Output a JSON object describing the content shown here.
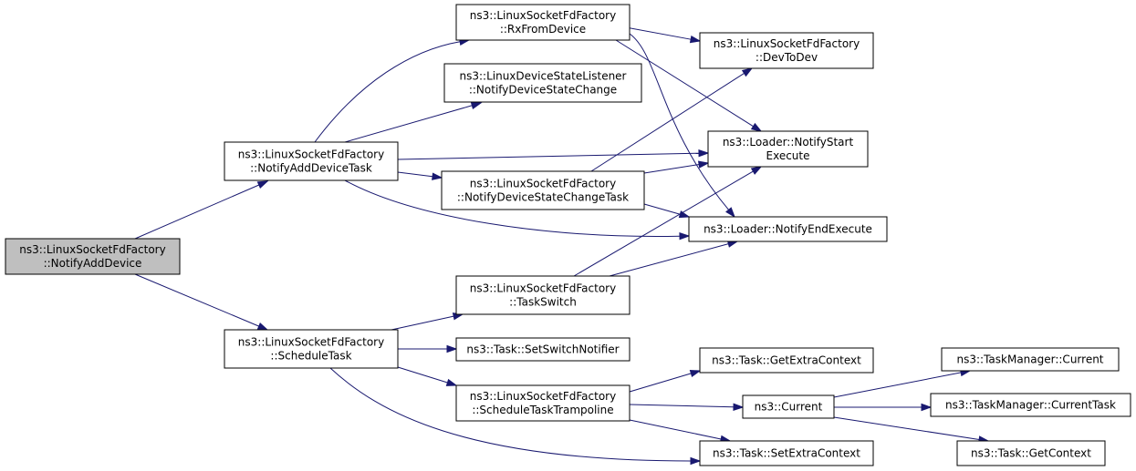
{
  "diagram": {
    "colors": {
      "edge": "#191970",
      "root_fill": "#bfbfbf",
      "node_fill": "#ffffff",
      "border": "#000000"
    },
    "nodes": [
      {
        "id": "root",
        "lines": [
          "ns3::LinuxSocketFdFactory",
          "::NotifyAddDevice"
        ],
        "root": true
      },
      {
        "id": "notifyAddDeviceTask",
        "lines": [
          "ns3::LinuxSocketFdFactory",
          "::NotifyAddDeviceTask"
        ]
      },
      {
        "id": "scheduleTask",
        "lines": [
          "ns3::LinuxSocketFdFactory",
          "::ScheduleTask"
        ]
      },
      {
        "id": "rxFromDevice",
        "lines": [
          "ns3::LinuxSocketFdFactory",
          "::RxFromDevice"
        ]
      },
      {
        "id": "notifyDeviceStateChange",
        "lines": [
          "ns3::LinuxDeviceStateListener",
          "::NotifyDeviceStateChange"
        ]
      },
      {
        "id": "notifyDeviceStateChangeTask",
        "lines": [
          "ns3::LinuxSocketFdFactory",
          "::NotifyDeviceStateChangeTask"
        ]
      },
      {
        "id": "taskSwitch",
        "lines": [
          "ns3::LinuxSocketFdFactory",
          "::TaskSwitch"
        ]
      },
      {
        "id": "setSwitchNotifier",
        "lines": [
          "ns3::Task::SetSwitchNotifier"
        ]
      },
      {
        "id": "scheduleTaskTrampoline",
        "lines": [
          "ns3::LinuxSocketFdFactory",
          "::ScheduleTaskTrampoline"
        ]
      },
      {
        "id": "devToDev",
        "lines": [
          "ns3::LinuxSocketFdFactory",
          "::DevToDev"
        ]
      },
      {
        "id": "notifyStartExecute",
        "lines": [
          "ns3::Loader::NotifyStart",
          "Execute"
        ]
      },
      {
        "id": "notifyEndExecute",
        "lines": [
          "ns3::Loader::NotifyEndExecute"
        ]
      },
      {
        "id": "getExtraContext",
        "lines": [
          "ns3::Task::GetExtraContext"
        ]
      },
      {
        "id": "current",
        "lines": [
          "ns3::Current"
        ]
      },
      {
        "id": "setExtraContext",
        "lines": [
          "ns3::Task::SetExtraContext"
        ]
      },
      {
        "id": "taskManagerCurrent",
        "lines": [
          "ns3::TaskManager::Current"
        ]
      },
      {
        "id": "taskManagerCurrentTask",
        "lines": [
          "ns3::TaskManager::CurrentTask"
        ]
      },
      {
        "id": "getContext",
        "lines": [
          "ns3::Task::GetContext"
        ]
      }
    ],
    "edges": [
      {
        "from": "root",
        "to": "notifyAddDeviceTask"
      },
      {
        "from": "root",
        "to": "scheduleTask"
      },
      {
        "from": "notifyAddDeviceTask",
        "to": "rxFromDevice"
      },
      {
        "from": "notifyAddDeviceTask",
        "to": "notifyDeviceStateChange"
      },
      {
        "from": "notifyAddDeviceTask",
        "to": "notifyStartExecute"
      },
      {
        "from": "notifyAddDeviceTask",
        "to": "notifyDeviceStateChangeTask"
      },
      {
        "from": "notifyAddDeviceTask",
        "to": "notifyEndExecute"
      },
      {
        "from": "rxFromDevice",
        "to": "devToDev"
      },
      {
        "from": "rxFromDevice",
        "to": "notifyStartExecute"
      },
      {
        "from": "rxFromDevice",
        "to": "notifyEndExecute"
      },
      {
        "from": "notifyDeviceStateChangeTask",
        "to": "devToDev"
      },
      {
        "from": "notifyDeviceStateChangeTask",
        "to": "notifyStartExecute"
      },
      {
        "from": "notifyDeviceStateChangeTask",
        "to": "notifyEndExecute"
      },
      {
        "from": "scheduleTask",
        "to": "taskSwitch"
      },
      {
        "from": "scheduleTask",
        "to": "setSwitchNotifier"
      },
      {
        "from": "scheduleTask",
        "to": "scheduleTaskTrampoline"
      },
      {
        "from": "scheduleTask",
        "to": "setExtraContext"
      },
      {
        "from": "taskSwitch",
        "to": "notifyStartExecute"
      },
      {
        "from": "taskSwitch",
        "to": "notifyEndExecute"
      },
      {
        "from": "scheduleTaskTrampoline",
        "to": "getExtraContext"
      },
      {
        "from": "scheduleTaskTrampoline",
        "to": "current"
      },
      {
        "from": "scheduleTaskTrampoline",
        "to": "setExtraContext"
      },
      {
        "from": "current",
        "to": "taskManagerCurrent"
      },
      {
        "from": "current",
        "to": "taskManagerCurrentTask"
      },
      {
        "from": "current",
        "to": "getContext"
      }
    ]
  }
}
